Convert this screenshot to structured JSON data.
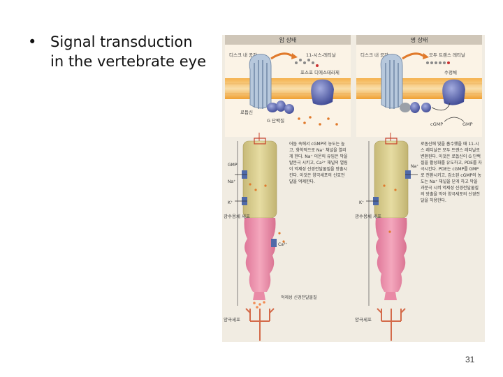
{
  "slide": {
    "bullet": "•",
    "title_lines": [
      "Signal transduction",
      "in the vertebrate eye"
    ],
    "page_number": "31"
  },
  "figure": {
    "left_panel": {
      "header": "암 상태",
      "labels": {
        "disc_membrane": "디스크 내 공간",
        "retinal": "11-시스-레티날",
        "pde": "포스포 디에스테라제",
        "rhodopsin": "로돕신",
        "g_protein": "G 단백질",
        "gmp": "GMP",
        "na": "Na⁺",
        "k": "K⁺",
        "ca": "Ca²⁺",
        "rod_cell": "광수용체 세포",
        "bipolar": "양극세포",
        "neurotransmitter": "억제성 신경전달물질"
      },
      "caption": "어둠 속에서 cGMP의 농도는 높고, 화학적으로 Na⁺ 채널을 열리게 한다. Na⁺ 이온의 유입은 막을 탈분극 시키고, Ca²⁺ 채널의 열림이 억제성 신경전달물질을 방출시킨다. 이것은 양극세포의 신호전달을 억제한다."
    },
    "right_panel": {
      "header": "명 상태",
      "labels": {
        "disc_membrane": "디스크 내 공간",
        "retinal": "모두 트랜스 레티날",
        "pde": "수정체",
        "cgmp": "cGMP",
        "gmp": "GMP",
        "na": "Na⁺",
        "k": "K⁺",
        "rod_cell": "광수용체 세포",
        "bipolar": "양극세포"
      },
      "caption": "로돕신에 빛을 흡수했을 때 11-시스 레티날은 모두 트랜스 레티날로 변환된다. 이것은 로돕신이 G 단백질을 활성화를 유도하고, PDE를 자극시킨다. PDE는 cGMP를 GMP로 전환시키고, 감소된 cGMP의 농도는 Na⁺ 채널을 닫게 하고 막을 과분극 시켜 억제성 신경전달물질의 방출을 막아 양극세포의 신경전달을 허용한다."
    }
  },
  "colors": {
    "membrane": "#f2a53c",
    "membrane_light": "#f8d49a",
    "rhodopsin": "#9fb6cf",
    "protein": "#5a66b0",
    "inner_segment": "#d8cc8a",
    "cell_body": "#e98aa6",
    "background": "#f1ece2",
    "header": "#c9c0b2"
  }
}
